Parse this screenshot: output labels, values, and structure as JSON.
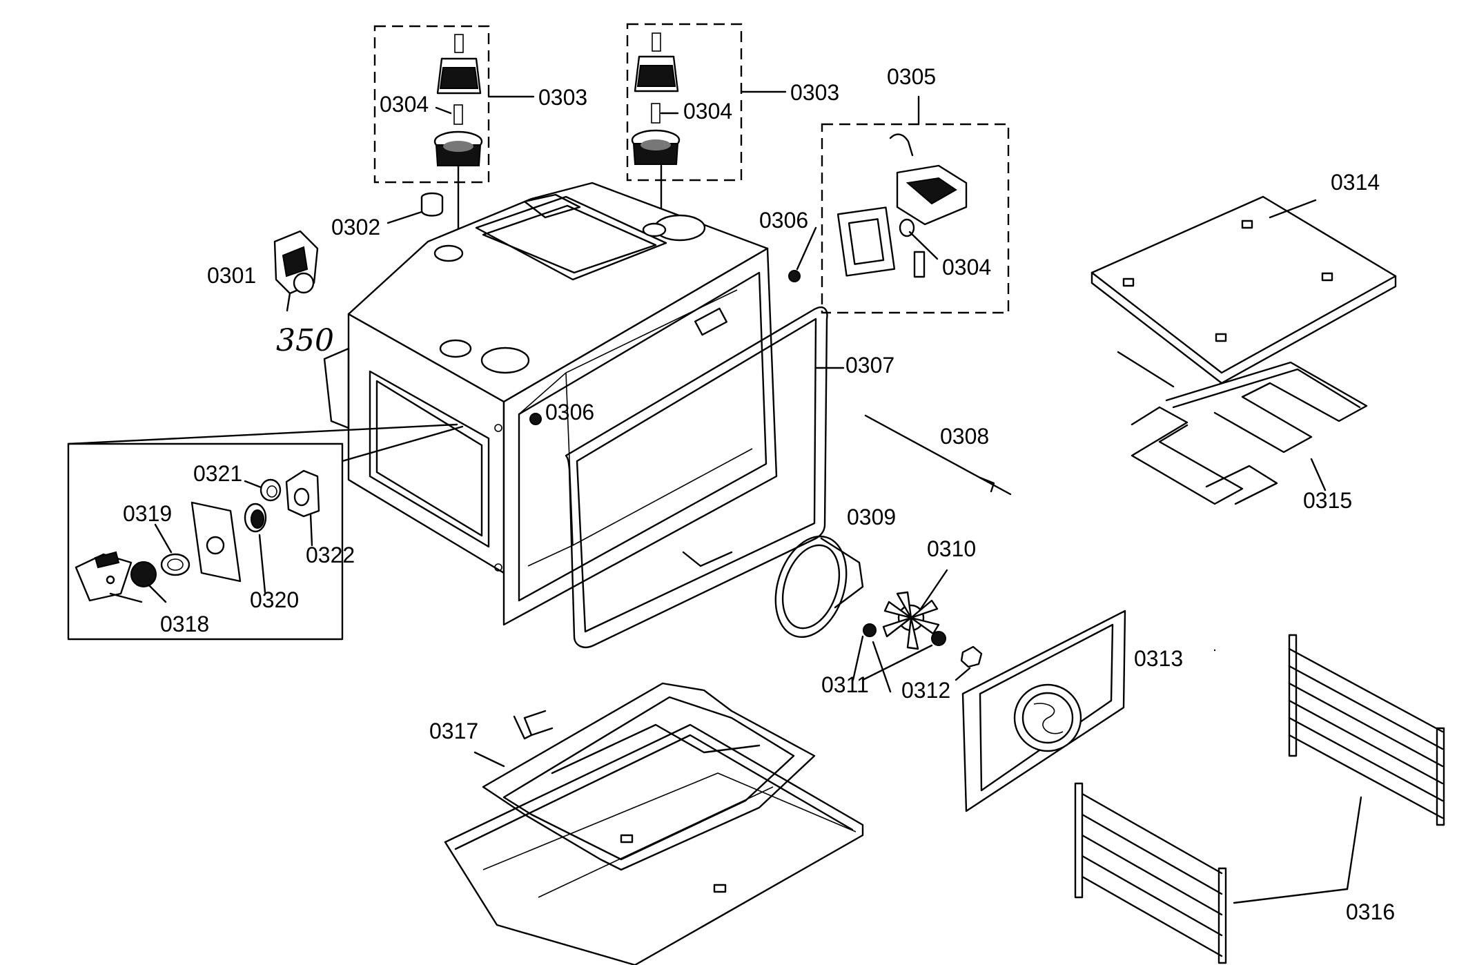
{
  "handwritten_note": "350",
  "callouts": {
    "c0301": "0301",
    "c0302": "0302",
    "c0303a": "0303",
    "c0303b": "0303",
    "c0304a": "0304",
    "c0304b": "0304",
    "c0304c": "0304",
    "c0305": "0305",
    "c0306a": "0306",
    "c0306b": "0306",
    "c0307": "0307",
    "c0308": "0308",
    "c0309": "0309",
    "c0310": "0310",
    "c0311": "0311",
    "c0312": "0312",
    "c0313": "0313",
    "c0314": "0314",
    "c0315": "0315",
    "c0316": "0316",
    "c0317": "0317",
    "c0318": "0318",
    "c0319": "0319",
    "c0320": "0320",
    "c0321": "0321",
    "c0322": "0322"
  }
}
